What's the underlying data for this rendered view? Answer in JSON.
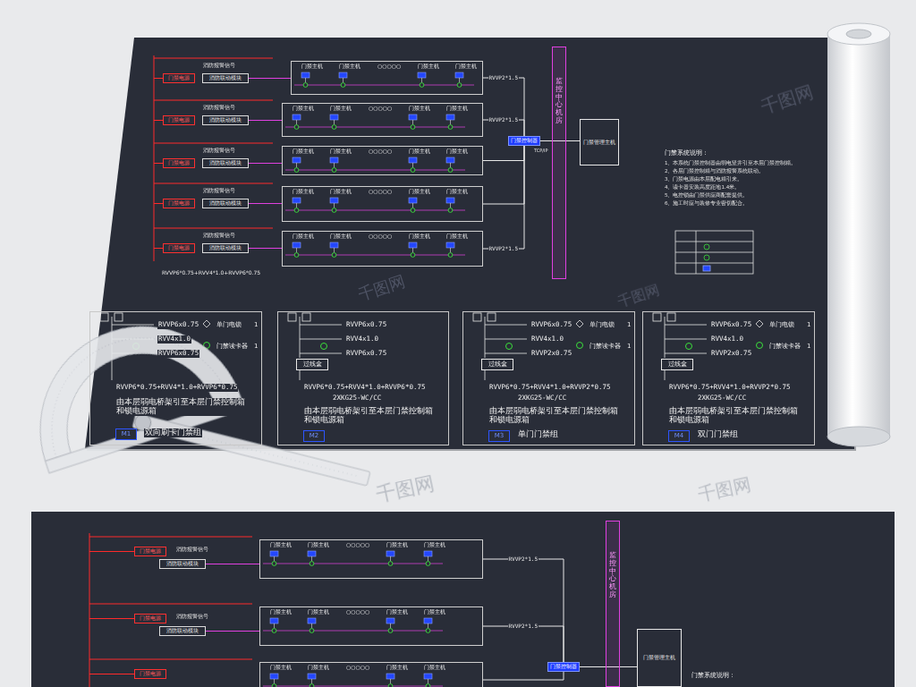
{
  "diagram": {
    "nodes": [
      {
        "text": [
          "门禁电源"
        ]
      },
      {
        "text": [
          "消防联动模块"
        ]
      },
      {
        "text": [
          "门禁主机",
          "门禁主机",
          "○○○○○",
          "门禁主机",
          "门禁主机"
        ]
      },
      {
        "text": [
          "门禁电源"
        ]
      },
      {
        "text": [
          "消防联动模块"
        ]
      },
      {
        "text": [
          "门禁主机",
          "门禁主机",
          "○○○○○",
          "门禁主机",
          "门禁主机"
        ]
      },
      {
        "text": [
          "门禁电源"
        ]
      },
      {
        "text": [
          "消防联动模块"
        ]
      },
      {
        "text": [
          "门禁主机",
          "门禁主机",
          "○○○○○",
          "门禁主机",
          "门禁主机"
        ]
      },
      {
        "text": [
          "门禁电源"
        ]
      },
      {
        "text": [
          "消防联动模块"
        ]
      },
      {
        "text": [
          "门禁主机",
          "门禁主机",
          "○○○○○",
          "门禁主机",
          "门禁主机"
        ]
      },
      {
        "text": [
          "门禁电源"
        ]
      },
      {
        "text": [
          "消防联动模块"
        ]
      },
      {
        "text": [
          "门禁主机",
          "门禁主机",
          "○○○○○",
          "门禁主机",
          "门禁主机"
        ]
      },
      {
        "text": [
          "监控中心机房"
        ]
      },
      {
        "text": [
          "门禁控制器"
        ]
      },
      {
        "text": [
          "门禁管理主机"
        ]
      },
      {
        "text": [
          "单门电锁",
          "1",
          "门禁读卡器",
          "1",
          "RVVP6x0.75",
          "RVV4x1.0",
          "RVVP6x0.75",
          "RVVP6*0.75+RVV4*1.0+RVVP6*0.75",
          "由本层弱电桥架引至本层门禁控制箱和锁电源箱",
          "双向刷卡门禁组"
        ]
      },
      {
        "text": [
          "M1"
        ],
        "in": 18
      },
      {
        "text": [
          "RVVP6x0.75",
          "RVV4x1.0",
          "RVVP6x0.75",
          "RVVP6*0.75+RVV4*1.0+RVVP6*0.75",
          "2XKG25-WC/CC",
          "由本层弱电桥架引至本层门禁控制箱和锁电源箱"
        ]
      },
      {
        "text": [
          "过线盒"
        ],
        "in": 20
      },
      {
        "text": [
          "M2"
        ],
        "in": 20
      },
      {
        "text": [
          "单门电锁",
          "1",
          "门禁读卡器",
          "1",
          "RVVP6x0.75",
          "RVV4x1.0",
          "RVVP2x0.75",
          "RVVP6*0.75+RVV4*1.0+RVVP2*0.75",
          "2XKG25-WC/CC",
          "由本层弱电桥架引至本层门禁控制箱和锁电源箱",
          "单门门禁组"
        ]
      },
      {
        "text": [
          "过线盒"
        ],
        "in": 23
      },
      {
        "text": [
          "M3"
        ],
        "in": 23
      },
      {
        "text": [
          "单门电锁",
          "1",
          "门禁读卡器",
          "1",
          "RVVP6x0.75",
          "RVV4x1.0",
          "RVVP2x0.75",
          "RVVP6*0.75+RVV4*1.0+RVVP2*0.75",
          "2XKG25-WC/CC",
          "由本层弱电桥架引至本层门禁控制箱和锁电源箱",
          "双门门禁组"
        ]
      },
      {
        "text": [
          "过线盒"
        ],
        "in": 26
      },
      {
        "text": [
          "M4"
        ],
        "in": 26
      },
      {
        "text": [
          "门禁电源"
        ]
      },
      {
        "text": [
          "消防联动模块"
        ]
      },
      {
        "text": [
          "门禁主机",
          "门禁主机",
          "○○○○○",
          "门禁主机",
          "门禁主机"
        ]
      },
      {
        "text": [
          "门禁电源"
        ]
      },
      {
        "text": [
          "消防联动模块"
        ]
      },
      {
        "text": [
          "门禁主机",
          "门禁主机",
          "○○○○○",
          "门禁主机",
          "门禁主机"
        ]
      },
      {
        "text": [
          "门禁电源"
        ]
      },
      {
        "text": [
          "门禁主机",
          "门禁主机",
          "○○○○○",
          "门禁主机",
          "门禁主机"
        ]
      },
      {
        "text": [
          "监控中心机房"
        ]
      },
      {
        "text": [
          "门禁控制器"
        ]
      },
      {
        "text": [
          "门禁管理主机"
        ]
      }
    ],
    "edges": [
      {
        "from": 1,
        "to": 2,
        "arrow": "none"
      },
      {
        "from": 4,
        "to": 5,
        "arrow": "none"
      },
      {
        "from": 7,
        "to": 8,
        "arrow": "none"
      },
      {
        "from": 10,
        "to": 11,
        "arrow": "none"
      },
      {
        "from": 13,
        "to": 14,
        "arrow": "none"
      },
      {
        "from": 2,
        "to": 16,
        "label": "RVVP2*1.5",
        "arrow": "none"
      },
      {
        "from": 5,
        "to": 16,
        "label": "RVVP2*1.5",
        "arrow": "none"
      },
      {
        "from": 8,
        "to": 16,
        "arrow": "none"
      },
      {
        "from": 11,
        "to": 16,
        "arrow": "none"
      },
      {
        "from": 14,
        "to": 16,
        "label": "RVVP2*1.5",
        "arrow": "none"
      },
      {
        "from": 16,
        "to": 17,
        "arrow": "none"
      },
      {
        "from": 30,
        "to": 31,
        "arrow": "none"
      },
      {
        "from": 33,
        "to": 34,
        "arrow": "none"
      },
      {
        "from": 31,
        "to": 38,
        "label": "RVVP2*1.5",
        "arrow": "none"
      },
      {
        "from": 34,
        "to": 38,
        "label": "RVVP2*1.5",
        "arrow": "none"
      },
      {
        "from": 36,
        "to": 38,
        "arrow": "none"
      },
      {
        "from": 38,
        "to": 39,
        "arrow": "none"
      }
    ],
    "labels": [
      "消防报警信号",
      "消防报警信号",
      "消防报警信号",
      "消防报警信号",
      "消防报警信号",
      "RVVP6*0.75+RVV4*1.0+RVVP6*0.75",
      "TCP/IP",
      "门禁系统说明：",
      "1、本系统门禁控制器由弱电竖井引至本层门禁控制箱。",
      "2、各层门禁控制箱与消防报警系统联动。",
      "3、门禁电源由本层配电箱引来。",
      "4、读卡器安装高度距地1.4米。",
      "5、电控锁由门禁供应商配套提供。",
      "6、施工时应与装修专业密切配合。",
      "消防报警信号",
      "消防报警信号",
      "门禁系统说明：",
      "千图网",
      "千图网",
      "千图网",
      "千图网",
      "千图网"
    ]
  }
}
